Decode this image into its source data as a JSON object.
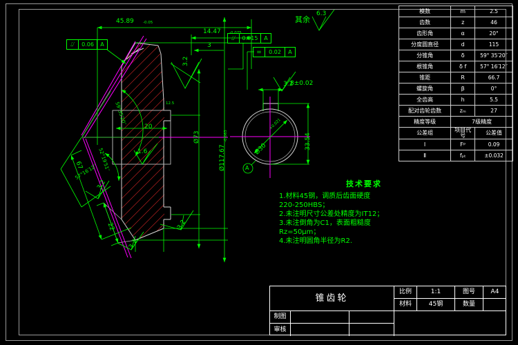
{
  "drawing": {
    "surface_note": {
      "label": "其余",
      "value": "6.3"
    }
  },
  "param_table": {
    "rows": [
      {
        "name": "模数",
        "sym": "m",
        "val": "2.5"
      },
      {
        "name": "齿数",
        "sym": "z",
        "val": "46"
      },
      {
        "name": "齿形角",
        "sym": "α",
        "val": "20°"
      },
      {
        "name": "分度圆直径",
        "sym": "d",
        "val": "115"
      },
      {
        "name": "分锥角",
        "sym": "δ",
        "val": "59° 35′20′′"
      },
      {
        "name": "根锥角",
        "sym": "δ f",
        "val": "57° 16′12′′"
      },
      {
        "name": "锥距",
        "sym": "R",
        "val": "66.7"
      },
      {
        "name": "螺旋角",
        "sym": "β",
        "val": "0°"
      },
      {
        "name": "全齿高",
        "sym": "h",
        "val": "5.5"
      },
      {
        "name": "配对齿轮齿数",
        "sym": "zₘ",
        "val": "27"
      }
    ],
    "accuracy": {
      "name": "精度等级",
      "value": "7级精度"
    },
    "tol_header": {
      "group": "公差组",
      "code": "项目代号",
      "value": "公差值"
    },
    "tol_rows": [
      {
        "group": "Ⅰ",
        "code": "Fᵖ",
        "value": "0.09"
      },
      {
        "group": "Ⅱ",
        "code": "fₚₜ",
        "value": "±0.032"
      }
    ]
  },
  "tech_req": {
    "title": "技术要求",
    "lines": [
      "1.材料45钢，调质后齿面硬度",
      "220-250HBS；",
      "2.未注明尺寸公差处精度为IT12；",
      "3.未注倒角为C1，表面粗糙度",
      "Rz=50μm；",
      "4.未注明圆角半径为R2."
    ]
  },
  "title_block": {
    "part_name": "锥齿轮",
    "scale_label": "比例",
    "scale_value": "1:1",
    "dwg_label": "图号",
    "dwg_value": "A4",
    "material_label": "材料",
    "material_value": "45钢",
    "qty_label": "数量",
    "qty_value": "",
    "drawn_label": "制图",
    "drawn_value": "",
    "checked_label": "审核",
    "checked_value": ""
  },
  "dimensions": {
    "top_overall": "45.89",
    "top_overall_tol": "-0.05",
    "top_face": "14.47",
    "top_face_tol": "-0.075",
    "small_3": "3",
    "bore_20": "20",
    "dia_73": "Ø73",
    "dia_117": "Ø117.67",
    "dia_117_tol": "-0.063",
    "dim_22": "22",
    "dim_67": "67",
    "angle_cone": "59°35′20′′",
    "angle_root": "57°16′12′′",
    "angle_face": "52°19′51′′",
    "key_width": "8±0.02",
    "key_depth": "33.54",
    "bore_dia": "Ø30",
    "bore_dia_tol": "+0.021"
  },
  "roughness": {
    "r32_a": "3.2",
    "r32_b": "3.2",
    "r32_c": "3.2",
    "r32_d": "3.2",
    "r16": "1.6",
    "r63": "6.3",
    "r125": "12.5"
  },
  "gdt": {
    "frame1": {
      "sym": "⌰",
      "tol": "0.06",
      "datum": "A"
    },
    "frame2": {
      "sym": "⌰",
      "tol": "0.015",
      "datum": "A"
    },
    "frame3": {
      "sym": "=",
      "tol": "0.02",
      "datum": "A"
    },
    "datum_label": "A"
  }
}
